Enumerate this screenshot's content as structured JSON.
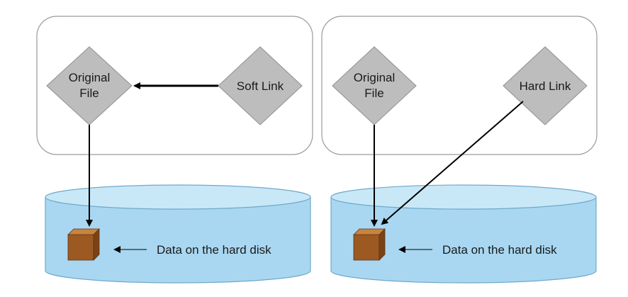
{
  "colors": {
    "panel_border": "#9a9a9a",
    "diamond_fill": "#bdbdbd",
    "diamond_stroke": "#8f8f8f",
    "arrow": "#000000",
    "disk_fill": "#a9d7f1",
    "disk_top": "#c8e8f8",
    "disk_stroke": "#6fa9c9",
    "cube_front": "#9c5a22",
    "cube_top": "#c8843f",
    "cube_side": "#7a4216"
  },
  "left_panel": {
    "original_file_line1": "Original",
    "original_file_line2": "File",
    "link_label": "Soft Link",
    "disk_label": "Data on the hard disk"
  },
  "right_panel": {
    "original_file_line1": "Original",
    "original_file_line2": "File",
    "link_label": "Hard Link",
    "disk_label": "Data on the hard disk"
  }
}
